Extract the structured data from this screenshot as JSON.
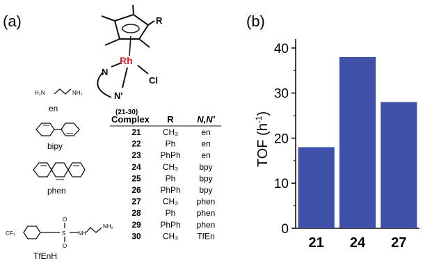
{
  "panel_a_label": "(a)",
  "panel_b_label": "(b)",
  "structure": {
    "metal": "Rh",
    "chloride": "Cl",
    "substituent": "R",
    "n1": "N",
    "n2": "N'",
    "range_label": "(21-30)"
  },
  "ligands": {
    "en_name": "en",
    "en_nh2_left": "H₂N",
    "en_nh2_right": "NH₂",
    "bipy_name": "bipy",
    "phen_name": "phen",
    "tfen_name": "TfEnH",
    "tfen_cf3": "CF₃",
    "tfen_s": "S",
    "tfen_o_top": "O",
    "tfen_o_bottom": "O",
    "tfen_nh": "NH",
    "tfen_nh2": "NH₂"
  },
  "table": {
    "headers": [
      "Complex",
      "R",
      "N,N′"
    ],
    "rows": [
      [
        "21",
        "CH₃",
        "en"
      ],
      [
        "22",
        "Ph",
        "en"
      ],
      [
        "23",
        "PhPh",
        "en"
      ],
      [
        "24",
        "CH₃",
        "bpy"
      ],
      [
        "25",
        "Ph",
        "bpy"
      ],
      [
        "26",
        "PhPh",
        "bpy"
      ],
      [
        "27",
        "CH₃",
        "phen"
      ],
      [
        "28",
        "Ph",
        "phen"
      ],
      [
        "29",
        "PhPh",
        "phen"
      ],
      [
        "30",
        "CH₃",
        "TfEn"
      ]
    ]
  },
  "colors": {
    "bar": "#3f51a8",
    "metal": "#e02020",
    "ink": "#111111"
  },
  "chart_data": {
    "type": "bar",
    "categories": [
      "21",
      "24",
      "27"
    ],
    "values": [
      18,
      38,
      28
    ],
    "ylabel_main": "TOF (h",
    "ylabel_sup": "-1",
    "ylabel_close": ")",
    "ylim": [
      0,
      42
    ],
    "yticks": [
      0,
      10,
      20,
      30,
      40
    ],
    "grid": false
  }
}
